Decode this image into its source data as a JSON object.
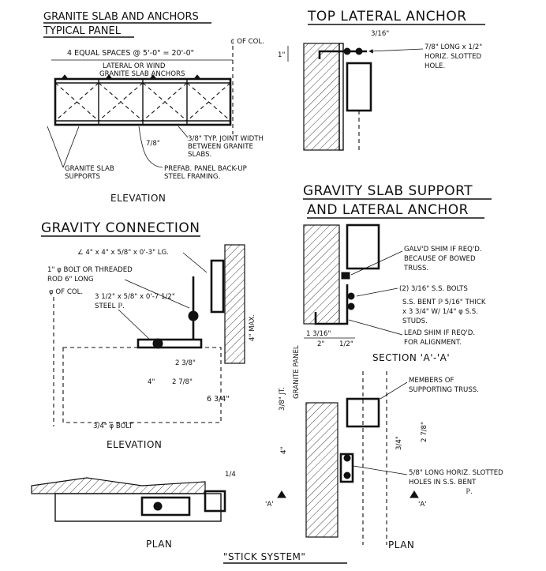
{
  "sheet_title": "\"STICK SYSTEM\"",
  "panels": {
    "granite_slab": {
      "title_line1": "GRANITE SLAB AND ANCHORS",
      "title_line2": "TYPICAL PANEL",
      "spaces_label": "4 EQUAL SPACES @ 5'-0\" = 20'-0\"",
      "col_label": "¢ OF COL.",
      "anchors_note_1": "LATERAL OR WIND",
      "anchors_note_2": "GRANITE SLAB ANCHORS",
      "joint_dim": "7/8\"",
      "joint_note_1": "3/8\" TYP. JOINT WIDTH",
      "joint_note_2": "BETWEEN GRANITE",
      "joint_note_3": "SLABS.",
      "supports_note_1": "GRANITE SLAB",
      "supports_note_2": "SUPPORTS",
      "framing_note_1": "PREFAB. PANEL BACK-UP",
      "framing_note_2": "STEEL FRAMING.",
      "caption": "ELEVATION"
    },
    "top_lateral": {
      "title": "TOP LATERAL ANCHOR",
      "dim_top": "3/16\"",
      "dim_side": "1\"",
      "note_1": "7/8\" LONG x 1/2\"",
      "note_2": "HORIZ. SLOTTED",
      "note_3": "HOLE."
    },
    "gravity_slab": {
      "title_line1": "GRAVITY SLAB SUPPORT",
      "title_line2": "AND LATERAL ANCHOR",
      "shim_note_1": "GALV'D SHIM IF REQ'D.",
      "shim_note_2": "BECAUSE OF BOWED",
      "shim_note_3": "TRUSS.",
      "bolts_note": "(2) 3/16\" S.S. BOLTS",
      "bent_note_1": "S.S. BENT ℙ 5/16\" THICK",
      "bent_note_2": "x 3 3/4\" W/ 1/4\" φ S.S.",
      "bent_note_3": "STUDS.",
      "lead_note_1": "LEAD SHIM IF REQ'D.",
      "lead_note_2": "FOR ALIGNMENT.",
      "dim_a": "1 3/16\"",
      "dim_b": "2\"",
      "dim_c": "1/2\"",
      "caption": "SECTION 'A'-'A'"
    },
    "gravity_conn": {
      "title": "GRAVITY CONNECTION",
      "angle_note": "∠ 4\" x 4\" x 5/8\" x 0'-3\" LG.",
      "bolt_note_1": "1\" φ BOLT OR THREADED",
      "bolt_note_2": "ROD 6\" LONG",
      "col_label": "φ OF COL.",
      "plate_note_1": "3 1/2\" x 5/8\" x 0'-7 1/2\"",
      "plate_note_2": "STEEL ℙ.",
      "dim_max": "4\" MAX.",
      "dim_2_3_8": "2 3/8\"",
      "dim_4": "4\"",
      "dim_2_7_8": "2 7/8\"",
      "dim_6_3_4": "6 3/4\"",
      "bolt_label": "3/4\" φ BOLT",
      "caption": "ELEVATION",
      "plan_caption": "PLAN",
      "weld_label": "1/4"
    },
    "plan_right": {
      "granite_label": "GRANITE PANEL",
      "jt_label": "3/8\" JT.",
      "members_note_1": "MEMBERS OF",
      "members_note_2": "SUPPORTING TRUSS.",
      "dim_4": "4\"",
      "dim_2_7_8": "2 7/8\"",
      "dim_3_4": "3/4\"",
      "slot_note_1": "5/8\" LONG HORIZ. SLOTTED",
      "slot_note_2": "HOLES IN S.S. BENT",
      "slot_note_3": "ℙ.",
      "section_mark_left": "'A'",
      "section_mark_right": "'A'",
      "caption": "PLAN"
    }
  }
}
